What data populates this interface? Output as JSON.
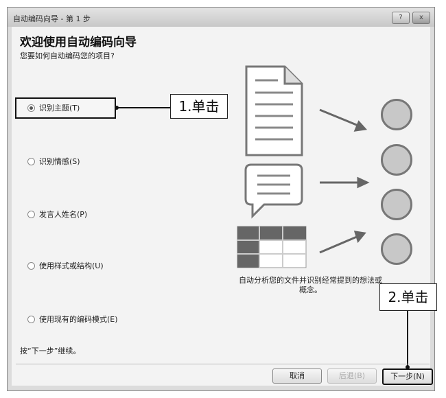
{
  "window": {
    "title": "自动编码向导 - 第 1 步",
    "help": "?",
    "close": "x"
  },
  "header": {
    "title": "欢迎使用自动编码向导",
    "subtitle": "您要如何自动编码您的项目?"
  },
  "options": [
    {
      "label": "识别主题(T)",
      "selected": true
    },
    {
      "label": "识别情感(S)",
      "selected": false
    },
    {
      "label": "发言人姓名(P)",
      "selected": false
    },
    {
      "label": "使用样式或结构(U)",
      "selected": false
    },
    {
      "label": "使用现有的编码模式(E)",
      "selected": false
    }
  ],
  "caption": "自动分析您的文件并识别经常提到的想法或概念。",
  "footer": "按“下一步”继续。",
  "buttons": {
    "cancel": "取消",
    "back": "后退(B)",
    "next": "下一步(N)"
  },
  "callouts": {
    "one": "1.单击",
    "two": "2.单击"
  }
}
